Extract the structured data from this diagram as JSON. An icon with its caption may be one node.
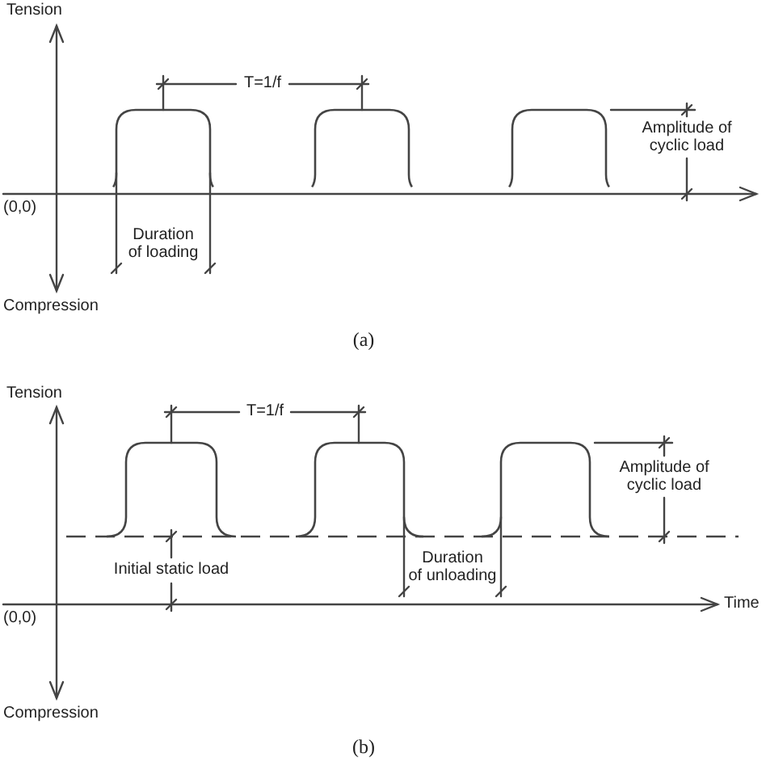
{
  "diagram": {
    "labels": [
      "Tension",
      "T=1/f",
      "Amplitude of cyclic load",
      "(0,0)",
      "Duration of loading",
      "Compression",
      "(a)",
      "Tension",
      "T=1/f",
      "Amplitude of cyclic load",
      "Initial static load",
      "Duration of unloading",
      "(0,0)",
      "Time",
      "Compression",
      "(b)"
    ]
  }
}
